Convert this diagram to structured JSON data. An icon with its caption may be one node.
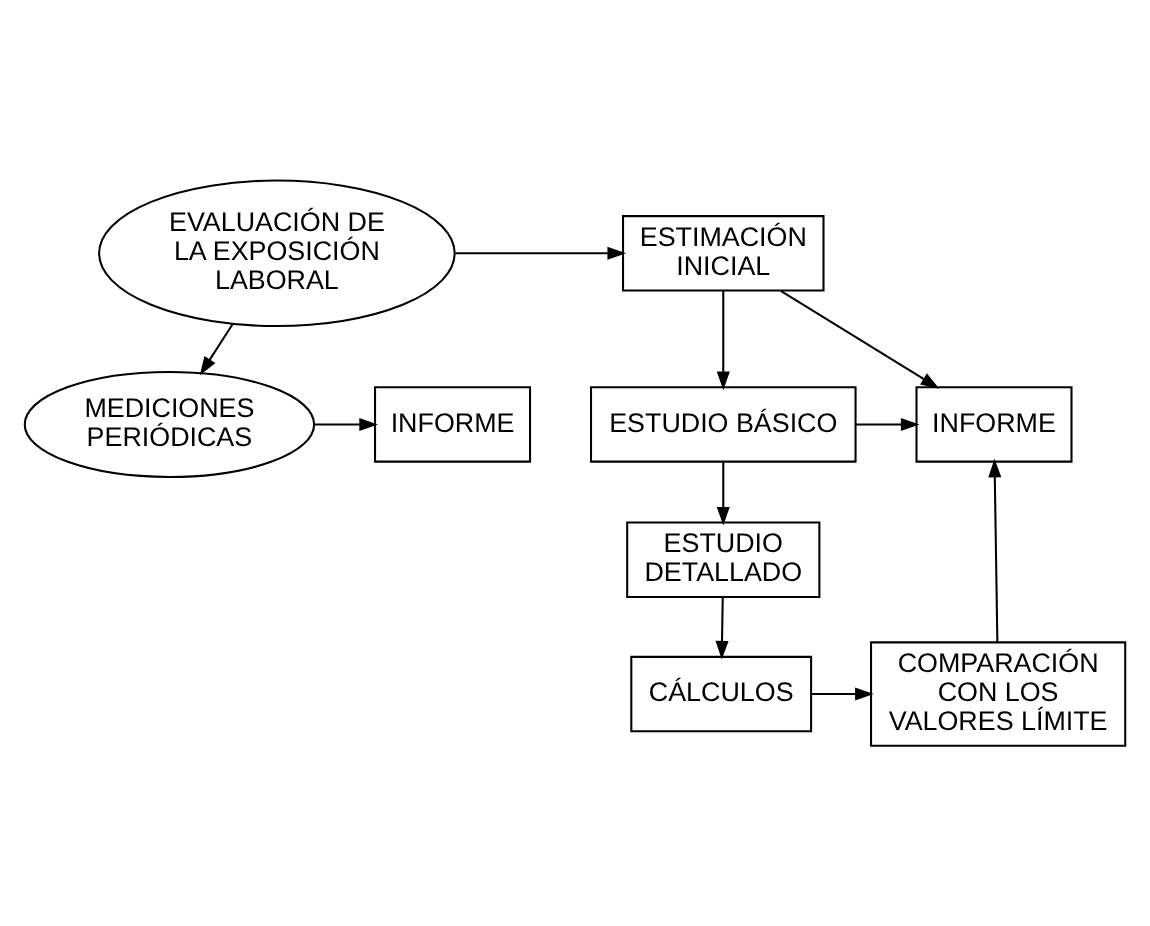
{
  "diagram": {
    "nodes": [
      {
        "text": [
          "EVALUACIÓN DE LA EXPOSICIÓN LABORAL"
        ]
      },
      {
        "text": [
          "ESTIMACIÓN INICIAL"
        ]
      },
      {
        "text": [
          "ESTUDIO BÁSICO"
        ]
      },
      {
        "text": [
          "INFORME"
        ]
      },
      {
        "text": [
          "ESTUDIO DETALLADO"
        ]
      },
      {
        "text": [
          "CÁLCULOS"
        ]
      },
      {
        "text": [
          "COMPARACIÓN CON LOS VALORES LÍMITE"
        ]
      },
      {
        "text": [
          "MEDICIONES PERIÓDICAS"
        ]
      },
      {
        "text": [
          "INFORME"
        ]
      }
    ],
    "edges": [
      {
        "from": 0,
        "to": 1,
        "arrow": "to"
      },
      {
        "from": 1,
        "to": 2,
        "arrow": "to"
      },
      {
        "from": 1,
        "to": 3,
        "arrow": "to"
      },
      {
        "from": 2,
        "to": 3,
        "arrow": "to"
      },
      {
        "from": 2,
        "to": 4,
        "arrow": "to"
      },
      {
        "from": 4,
        "to": 5,
        "arrow": "to"
      },
      {
        "from": 5,
        "to": 6,
        "arrow": "to"
      },
      {
        "from": 6,
        "to": 3,
        "arrow": "to"
      },
      {
        "from": 0,
        "to": 7,
        "arrow": "to"
      },
      {
        "from": 7,
        "to": 8,
        "arrow": "to"
      }
    ]
  }
}
